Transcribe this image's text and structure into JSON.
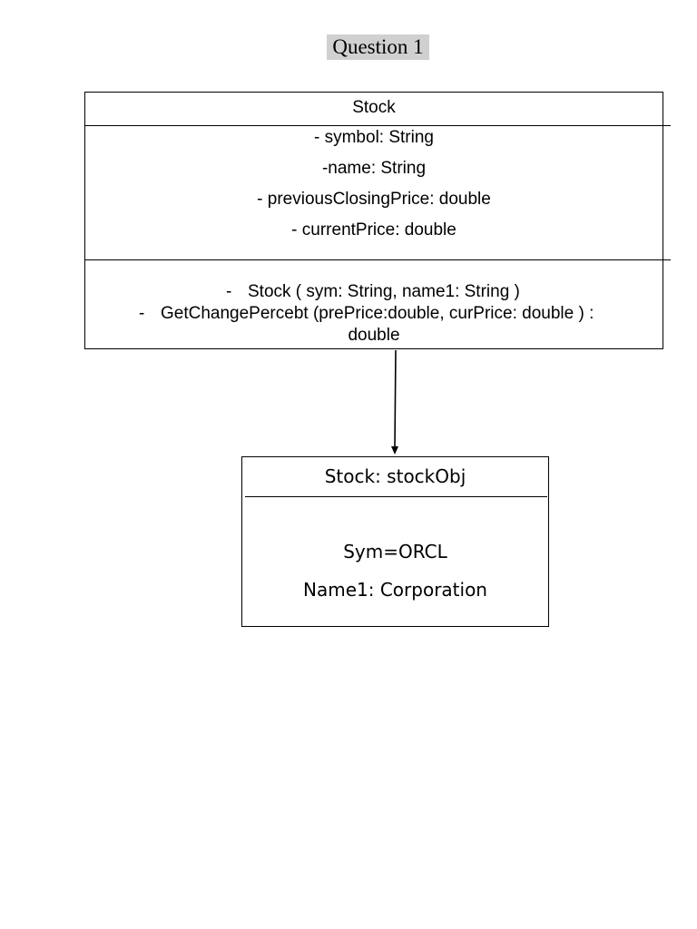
{
  "heading": "Question 1",
  "class_box": {
    "name": "Stock",
    "attributes": [
      "- symbol: String",
      "-name: String",
      "- previousClosingPrice: double",
      "- currentPrice: double"
    ],
    "methods": [
      {
        "bullet": "-",
        "text": "Stock ( sym: String, name1: String )"
      },
      {
        "bullet": "-",
        "text": "GetChangePercebt (prePrice:double, curPrice: double ) :",
        "continuation": "double"
      }
    ]
  },
  "object_box": {
    "name": "Stock: stockObj",
    "values": [
      "Sym=ORCL",
      "Name1: Corporation"
    ]
  }
}
